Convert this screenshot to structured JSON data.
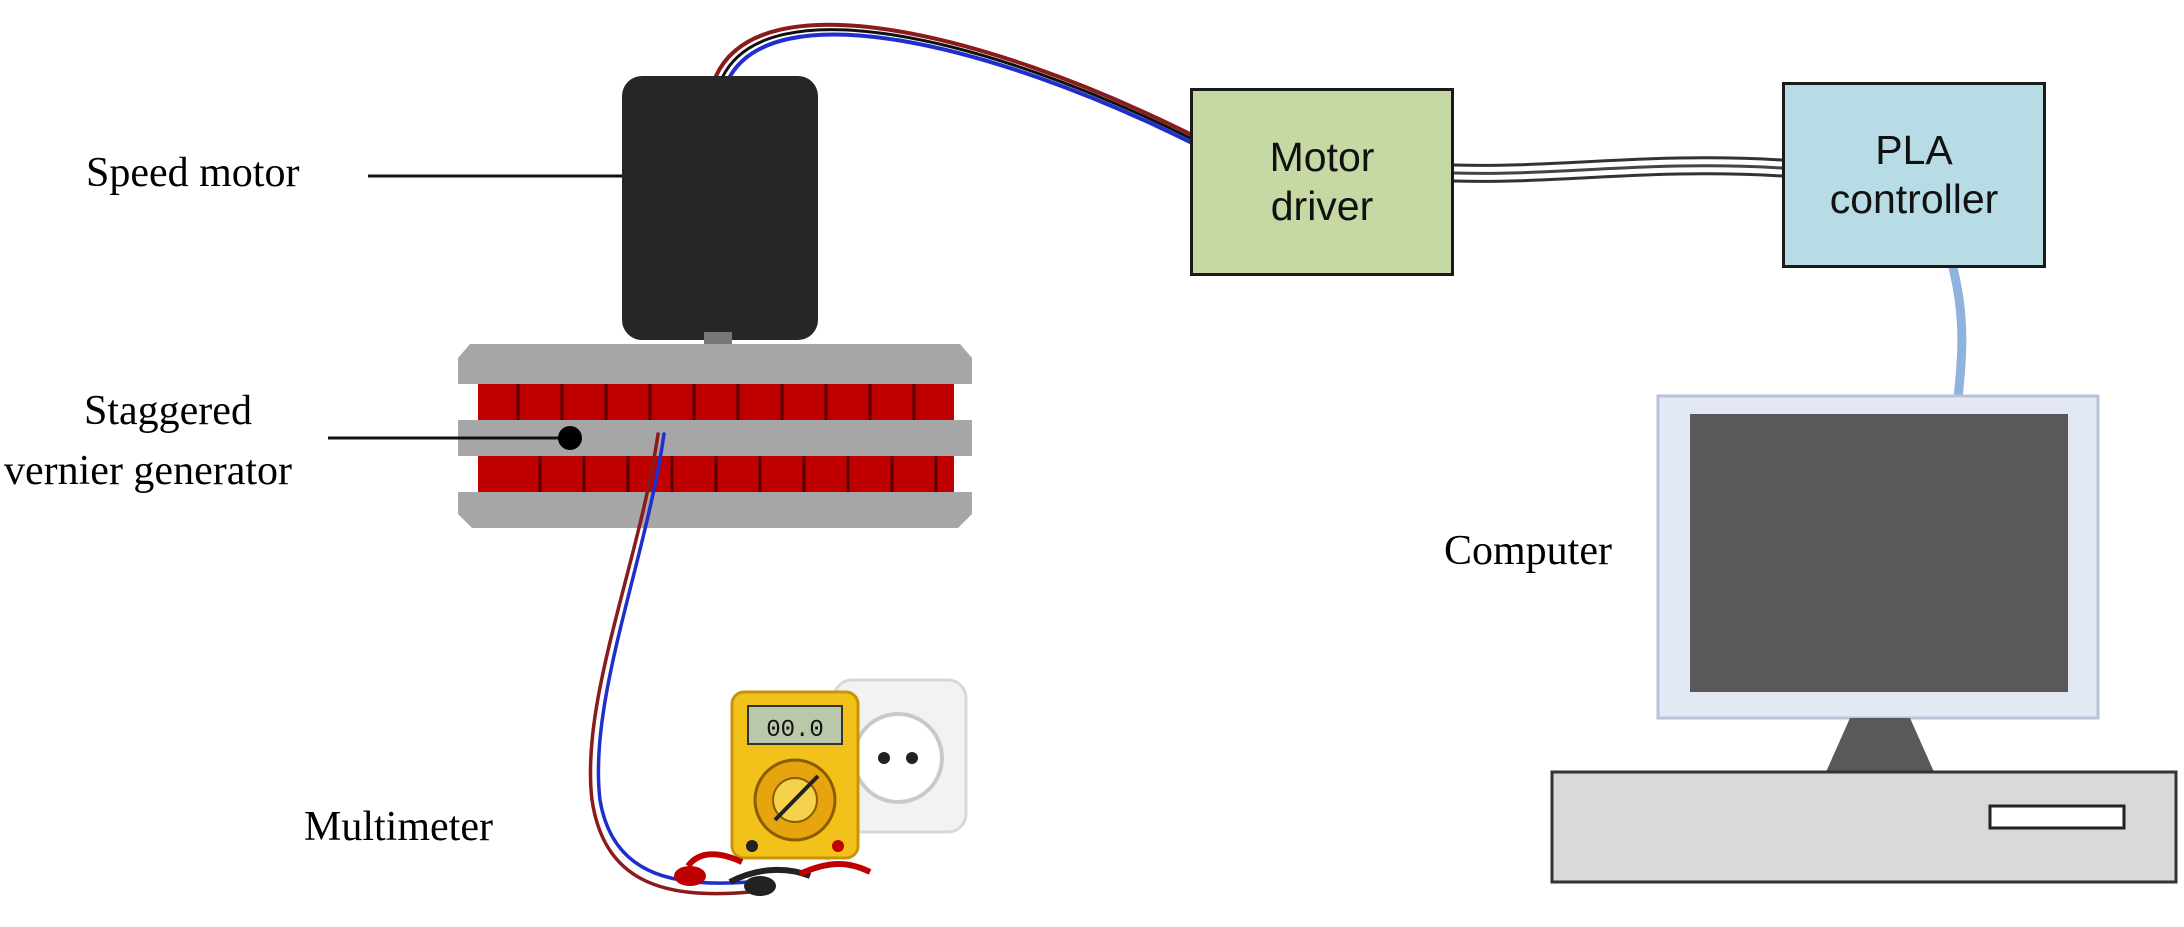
{
  "labels": {
    "speed_motor": "Speed motor",
    "generator_line1": "Staggered",
    "generator_line2": "vernier generator",
    "multimeter": "Multimeter",
    "computer": "Computer"
  },
  "boxes": {
    "motor_driver": {
      "line1": "Motor",
      "line2": "driver",
      "fill": "#c6d9a4"
    },
    "pla_controller": {
      "line1": "PLA",
      "line2": "controller",
      "fill": "#b7dce6"
    }
  },
  "multimeter_display": "00.0",
  "colors": {
    "motor_body": "#262626",
    "generator_steel": "#a6a6a6",
    "generator_magnet": "#c00000",
    "wire_red": "#8b1a1a",
    "wire_blue": "#1f2ecc",
    "usb_cable": "#8fb3dc",
    "monitor_frame": "#e3e8f5",
    "monitor_screen": "#595959",
    "computer_case": "#d9d9d9",
    "meter_yellow": "#f2c21b"
  }
}
